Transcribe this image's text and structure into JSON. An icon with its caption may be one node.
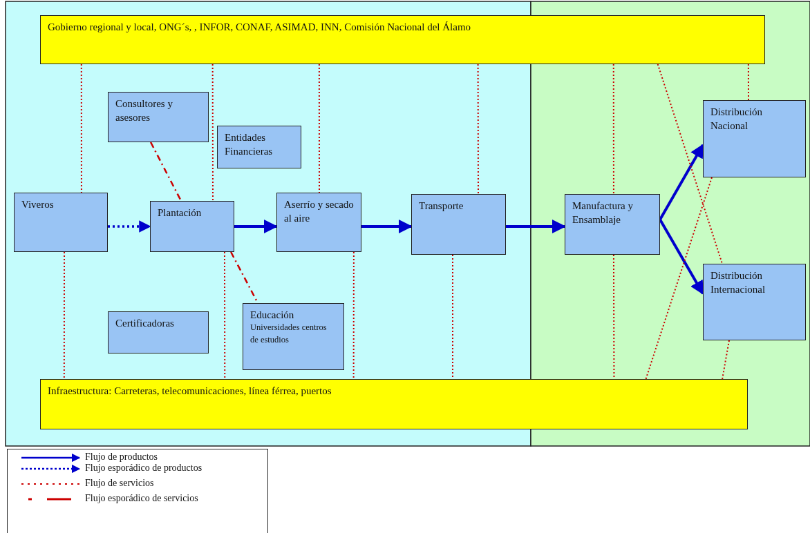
{
  "diagram": {
    "nodes": [
      {
        "text": [
          "Gobierno regional y local, ONG´s, , INFOR, CONAF, ASIMAD, INN, Comisión Nacional del Álamo"
        ]
      },
      {
        "text": [
          "Consultores y asesores"
        ]
      },
      {
        "text": [
          "Distribución Nacional"
        ]
      },
      {
        "text": [
          "Entidades Financieras"
        ]
      },
      {
        "text": [
          "Viveros"
        ]
      },
      {
        "text": [
          "Plantación"
        ]
      },
      {
        "text": [
          "Aserrío y secado al aire"
        ]
      },
      {
        "text": [
          "Transporte"
        ]
      },
      {
        "text": [
          "Manufactura y Ensamblaje"
        ]
      },
      {
        "text": [
          "Distribución Internacional"
        ]
      },
      {
        "text": [
          "Educación",
          "Universidades centros de estudios"
        ]
      },
      {
        "text": [
          "Certificadoras"
        ]
      },
      {
        "text": [
          "Infraestructura: Carreteras, telecomunicaciones, línea férrea, puertos"
        ]
      }
    ],
    "edges": [
      {
        "from": 4,
        "to": 5,
        "arrow": "to",
        "style": "dashed",
        "color": "#0000cc"
      },
      {
        "from": 5,
        "to": 6,
        "arrow": "to",
        "style": "thick",
        "color": "#0000cc"
      },
      {
        "from": 6,
        "to": 7,
        "arrow": "to",
        "style": "thick",
        "color": "#0000cc"
      },
      {
        "from": 7,
        "to": 8,
        "arrow": "to",
        "style": "thick",
        "color": "#0000cc"
      },
      {
        "from": 8,
        "to": 2,
        "arrow": "to",
        "style": "thick",
        "color": "#0000cc"
      },
      {
        "from": 8,
        "to": 9,
        "arrow": "to",
        "style": "thick",
        "color": "#0000cc"
      },
      {
        "from": 0,
        "to": 4,
        "arrow": "none",
        "style": "dashed"
      },
      {
        "from": 0,
        "to": 5,
        "arrow": "none",
        "style": "dashed"
      },
      {
        "from": 0,
        "to": 6,
        "arrow": "none",
        "style": "dashed"
      },
      {
        "from": 0,
        "to": 7,
        "arrow": "none",
        "style": "dashed"
      },
      {
        "from": 0,
        "to": 8,
        "arrow": "none",
        "style": "dashed"
      },
      {
        "from": 0,
        "to": 9,
        "arrow": "none",
        "style": "dashed"
      },
      {
        "from": 0,
        "to": 2,
        "arrow": "none",
        "style": "dashed"
      },
      {
        "from": 4,
        "to": 12,
        "arrow": "none",
        "style": "dashed"
      },
      {
        "from": 5,
        "to": 12,
        "arrow": "none",
        "style": "dashed"
      },
      {
        "from": 6,
        "to": 12,
        "arrow": "none",
        "style": "dashed"
      },
      {
        "from": 7,
        "to": 12,
        "arrow": "none",
        "style": "dashed"
      },
      {
        "from": 8,
        "to": 12,
        "arrow": "none",
        "style": "dashed"
      },
      {
        "from": 2,
        "to": 12,
        "arrow": "none",
        "style": "dashed"
      },
      {
        "from": 9,
        "to": 12,
        "arrow": "none",
        "style": "dashed"
      },
      {
        "from": 1,
        "to": 5,
        "arrow": "none",
        "style": "dashed"
      },
      {
        "from": 5,
        "to": 10,
        "arrow": "none",
        "style": "dashed"
      }
    ],
    "legend": [
      {
        "text": "Flujo de productos"
      },
      {
        "text": "Flujo esporádico de productos"
      },
      {
        "text": "Flujo de servicios"
      },
      {
        "text": "Flujo esporádico de servicios"
      }
    ]
  }
}
